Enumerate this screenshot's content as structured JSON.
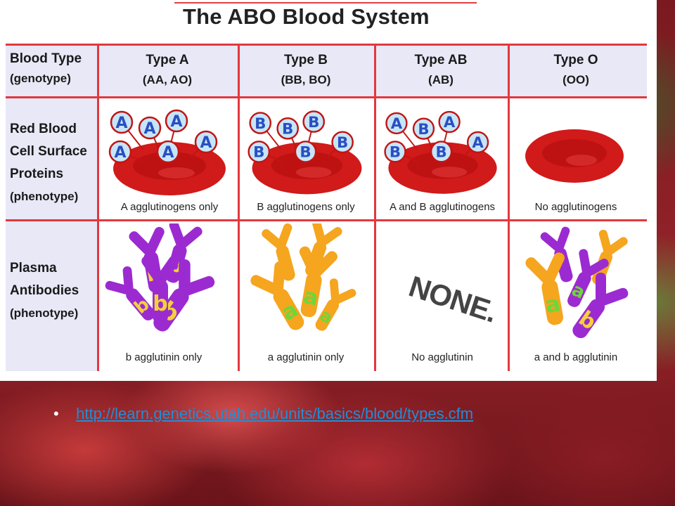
{
  "colors": {
    "grid_red": "#e2383d",
    "cell_red": "#d11a1a",
    "antigen_fill": "#c6e6f7",
    "antibody_purple": "#9b2bd1",
    "antibody_orange": "#f5a51e",
    "letter_yellow": "#f2d238",
    "letter_green": "#6fd639",
    "link_blue": "#1f8fd6"
  },
  "title": "The ABO Blood System",
  "row_headers": {
    "blood_type": {
      "line1": "Blood Type",
      "line2": "(genotype)"
    },
    "surface": {
      "line1": "Red Blood",
      "line2": "Cell Surface",
      "line3": "Proteins",
      "line4": "(phenotype)"
    },
    "plasma": {
      "line1": "Plasma",
      "line2": "Antibodies",
      "line3": "(phenotype)"
    }
  },
  "columns": [
    {
      "type": "Type A",
      "genotype": "(AA, AO)",
      "surface_caption": "A agglutinogens only",
      "plasma_caption": "b agglutinin only",
      "antigens": [
        "A",
        "A",
        "A",
        "A",
        "A",
        "A"
      ],
      "antibody_letter": "b"
    },
    {
      "type": "Type B",
      "genotype": "(BB, BO)",
      "surface_caption": "B agglutinogens only",
      "plasma_caption": "a agglutinin only",
      "antigens": [
        "B",
        "B",
        "B",
        "B",
        "B",
        "B"
      ],
      "antibody_letter": "a"
    },
    {
      "type": "Type AB",
      "genotype": "(AB)",
      "surface_caption": "A and B agglutinogens",
      "plasma_caption": "No agglutinin",
      "antigens": [
        "A",
        "B",
        "A",
        "B",
        "B",
        "A"
      ],
      "antibody_letter": ""
    },
    {
      "type": "Type O",
      "genotype": "(OO)",
      "surface_caption": "No agglutinogens",
      "plasma_caption": "a and b agglutinin",
      "antigens": [],
      "antibody_letter": "a b"
    }
  ],
  "none_label": "NONE.",
  "footer": {
    "bullet": "•",
    "link": "http://learn.genetics.utah.edu/units/basics/blood/types.cfm"
  }
}
